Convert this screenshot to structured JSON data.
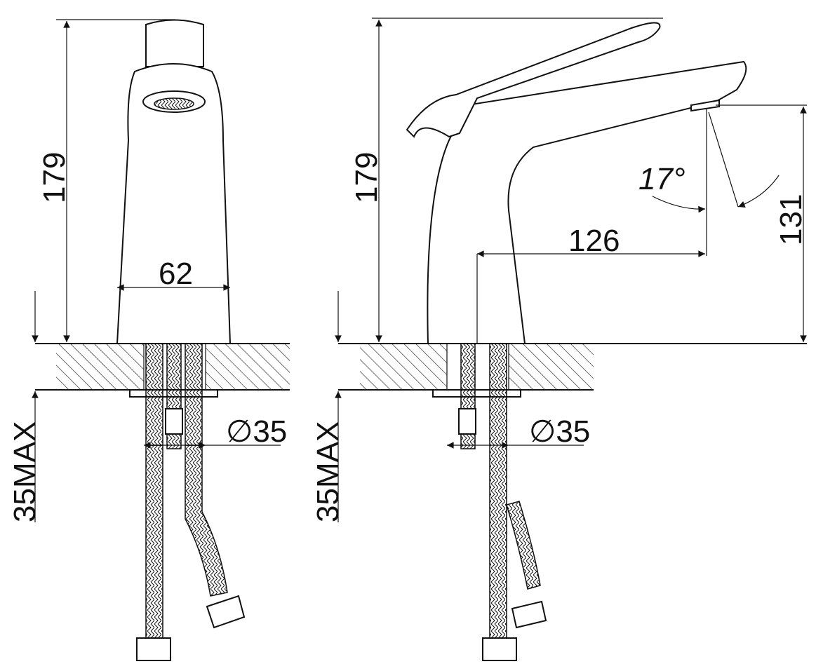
{
  "dimensions": {
    "front_height": "179",
    "front_base_width": "62",
    "front_mount_left": "35MAX",
    "front_hole_diameter": "∅35",
    "side_height": "179",
    "side_spout_reach": "126",
    "side_spout_height": "131",
    "side_spout_angle": "17°",
    "side_mount_left": "35MAX",
    "side_hole_diameter": "∅35"
  },
  "colors": {
    "line": "#111111",
    "background": "#ffffff"
  }
}
